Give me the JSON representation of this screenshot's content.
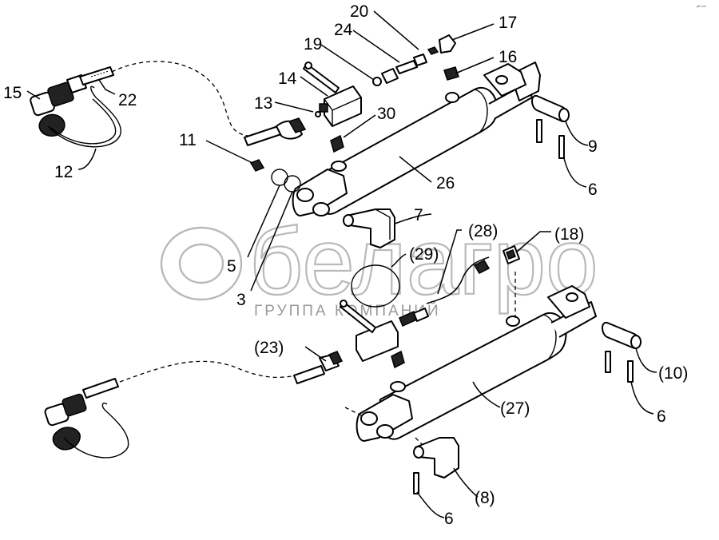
{
  "watermark": {
    "brand": "белагро",
    "subtitle": "ГРУППА КОМПАНИЙ"
  },
  "corner_mark": "ᵍᴹ ᵐᵐ",
  "labels": {
    "l15": "15",
    "l22": "22",
    "l12": "12",
    "l14": "14",
    "l19": "19",
    "l24": "24",
    "l20": "20",
    "l17": "17",
    "l16": "16",
    "l13": "13",
    "l30": "30",
    "l11": "11",
    "l9": "9",
    "l26": "26",
    "l6a": "6",
    "l7": "7",
    "l5": "5",
    "l3": "3",
    "l28": "(28)",
    "l18": "(18)",
    "l29": "(29)",
    "l23": "(23)",
    "l10": "(10)",
    "l27": "(27)",
    "l6b": "6",
    "l8": "(8)",
    "l6c": "6"
  }
}
